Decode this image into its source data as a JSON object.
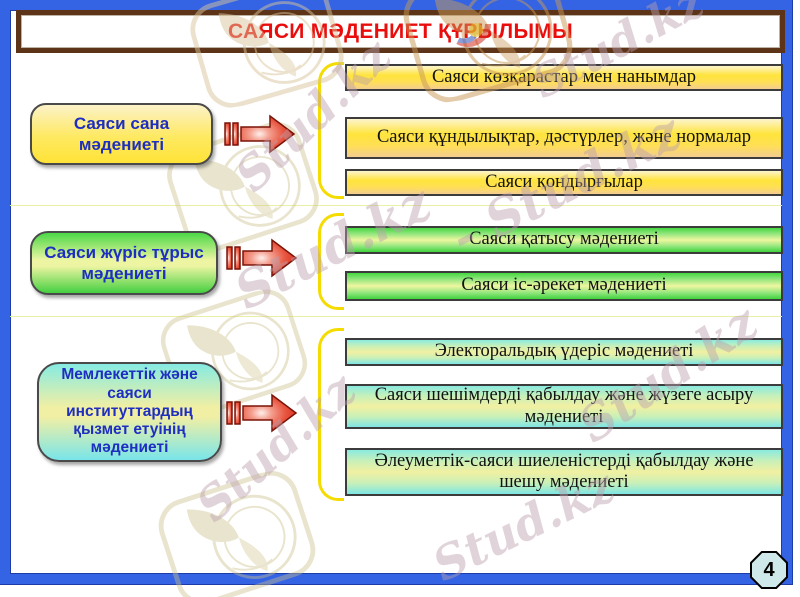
{
  "slide": {
    "title": "САЯСИ МӘДЕНИЕТ ҚҰРЫЛЫМЫ",
    "page_number": "4"
  },
  "watermark": {
    "text": "Stud.kz",
    "pair_text": "- Stud.kz",
    "logo": "stud-kz-quill-logo"
  },
  "colors": {
    "frame_blue": "#3464E4",
    "title_red": "#EA0D0D",
    "title_border_brown": "#5E3418",
    "source_text_blue": "#1D2EC0",
    "yellow_box_mid": "#FFE43C",
    "green_box_edge": "#44D840",
    "green_box_mid": "#EEF6A0",
    "cyan_box_edge": "#8AEADF",
    "cyan_box_mid": "#F2F0A2",
    "arrow_red": "#E03020",
    "bracket_yellow": "#F5DC00",
    "badge_fill": "#CFE9EA"
  },
  "groups": [
    {
      "source": "Саяси сана мәдениеті",
      "targets": [
        "Саяси көзқарастар мен нанымдар",
        "Саяси құндылықтар, дәстүрлер, және нормалар",
        "Саяси қондырғылар"
      ]
    },
    {
      "source": "Саяси жүріс тұрыс мәдениеті",
      "targets": [
        "Саяси қатысу мәдениеті",
        "Саяси іс-әрекет мәдениеті"
      ]
    },
    {
      "source": "Мемлекеттік және саяси институттардың қызмет етуінің мәдениеті",
      "targets": [
        "Электоральдық үдеріс мәдениеті",
        "Саяси шешімдерді қабылдау және жүзеге асыру мәдениеті",
        "Әлеуметтік-саяси шиеленістерді қабылдау және шешу мәдениеті"
      ]
    }
  ]
}
